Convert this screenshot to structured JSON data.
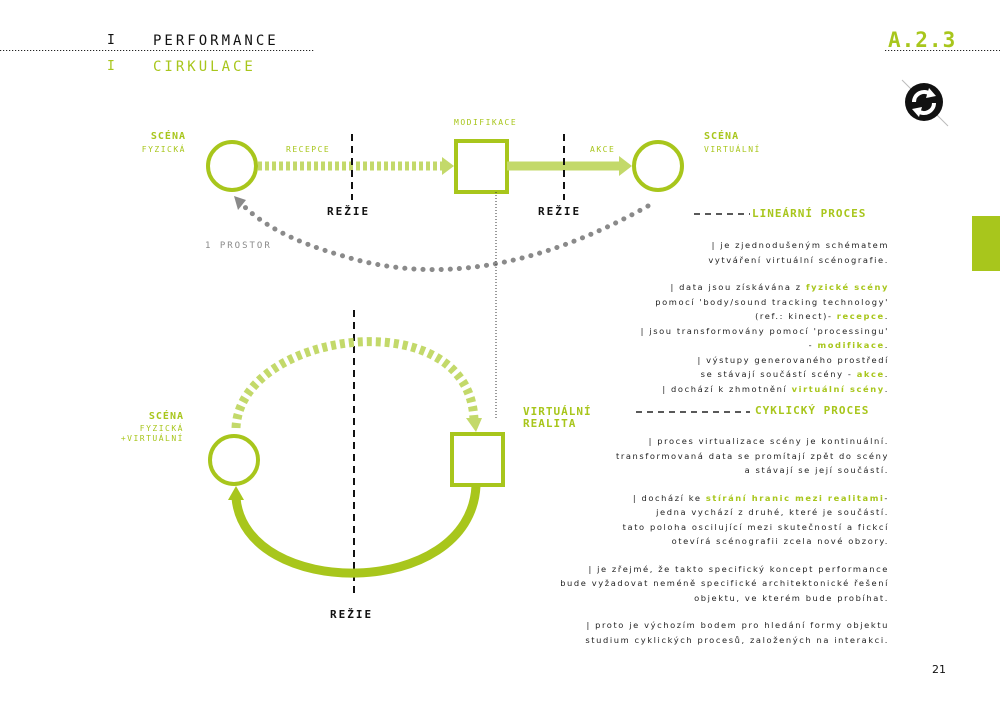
{
  "header": {
    "performance_mark": "I",
    "performance": "PERFORMANCE",
    "cirkulace_mark": "I",
    "cirkulace": "CIRKULACE",
    "page_code": "A.2.3"
  },
  "diagram": {
    "top": {
      "scena_fyzicka": [
        "SCÉNA",
        "FYZICKÁ"
      ],
      "scena_virtualni": [
        "SCÉNA",
        "VIRTUÁLNÍ"
      ],
      "recepce": "RECEPCE",
      "modifikace": "MODIFIKACE",
      "akce": "AKCE",
      "rezie_left": "REŽIE",
      "rezie_right": "REŽIE",
      "prostor": "1 PROSTOR"
    },
    "bottom": {
      "scena": [
        "SCÉNA",
        "FYZICKÁ",
        "+VIRTUÁLNÍ"
      ],
      "virtualni_realita": [
        "VIRTUÁLNÍ",
        "REALITA"
      ],
      "rezie": "REŽIE"
    }
  },
  "linear": {
    "title": "LINEÁRNÍ PROCES",
    "paragraphs": [
      [
        [
          {
            "t": "| je zjednodušeným schématem"
          }
        ],
        [
          {
            "t": "vytváření virtuální scénografie."
          }
        ]
      ],
      [
        [
          {
            "t": "| data jsou získávána z "
          },
          {
            "t": "fyzické scény",
            "g": true
          }
        ],
        [
          {
            "t": "pomocí 'body/sound tracking technology'"
          }
        ],
        [
          {
            "t": "(ref.: kinect)- "
          },
          {
            "t": "recepce",
            "g": true
          },
          {
            "t": "."
          }
        ],
        [
          {
            "t": "| jsou transformovány pomocí 'processingu'"
          }
        ],
        [
          {
            "t": "- "
          },
          {
            "t": "modifikace",
            "g": true
          },
          {
            "t": "."
          }
        ],
        [
          {
            "t": "| výstupy generovaného prostředí"
          }
        ],
        [
          {
            "t": "se stávají součástí scény - "
          },
          {
            "t": "akce",
            "g": true
          },
          {
            "t": "."
          }
        ],
        [
          {
            "t": "| dochází k zhmotnění "
          },
          {
            "t": "virtuální scény",
            "g": true
          },
          {
            "t": "."
          }
        ]
      ]
    ]
  },
  "cyclic": {
    "title": "CYKLICKÝ PROCES",
    "paragraphs": [
      [
        [
          {
            "t": "| proces virtualizace scény je kontinuální."
          }
        ],
        [
          {
            "t": "transformovaná data se promítají zpět do scény"
          }
        ],
        [
          {
            "t": "a stávají se její součástí."
          }
        ]
      ],
      [
        [
          {
            "t": "| dochází ke "
          },
          {
            "t": "stírání hranic mezi realitami",
            "g": true
          },
          {
            "t": "-"
          }
        ],
        [
          {
            "t": "jedna vychází z druhé, které je součástí."
          }
        ],
        [
          {
            "t": "tato poloha oscilující mezi skutečností a fickcí"
          }
        ],
        [
          {
            "t": "otevírá scénografii zcela nové obzory."
          }
        ]
      ],
      [
        [
          {
            "t": "| je zřejmé, že takto specifický koncept performance"
          }
        ],
        [
          {
            "t": "bude vyžadovat neméně specifické architektonické řešení"
          }
        ],
        [
          {
            "t": "objektu, ve kterém bude probíhat."
          }
        ]
      ],
      [
        [
          {
            "t": "| proto je výchozím bodem pro hledání formy objektu"
          }
        ],
        [
          {
            "t": "studium cyklických procesů, založených na interakci."
          }
        ]
      ]
    ]
  },
  "page_number": "21",
  "colors": {
    "accent": "#a8c61c",
    "accent_light": "#c3d96a",
    "grey": "#8a8a8a",
    "dark": "#111111"
  }
}
